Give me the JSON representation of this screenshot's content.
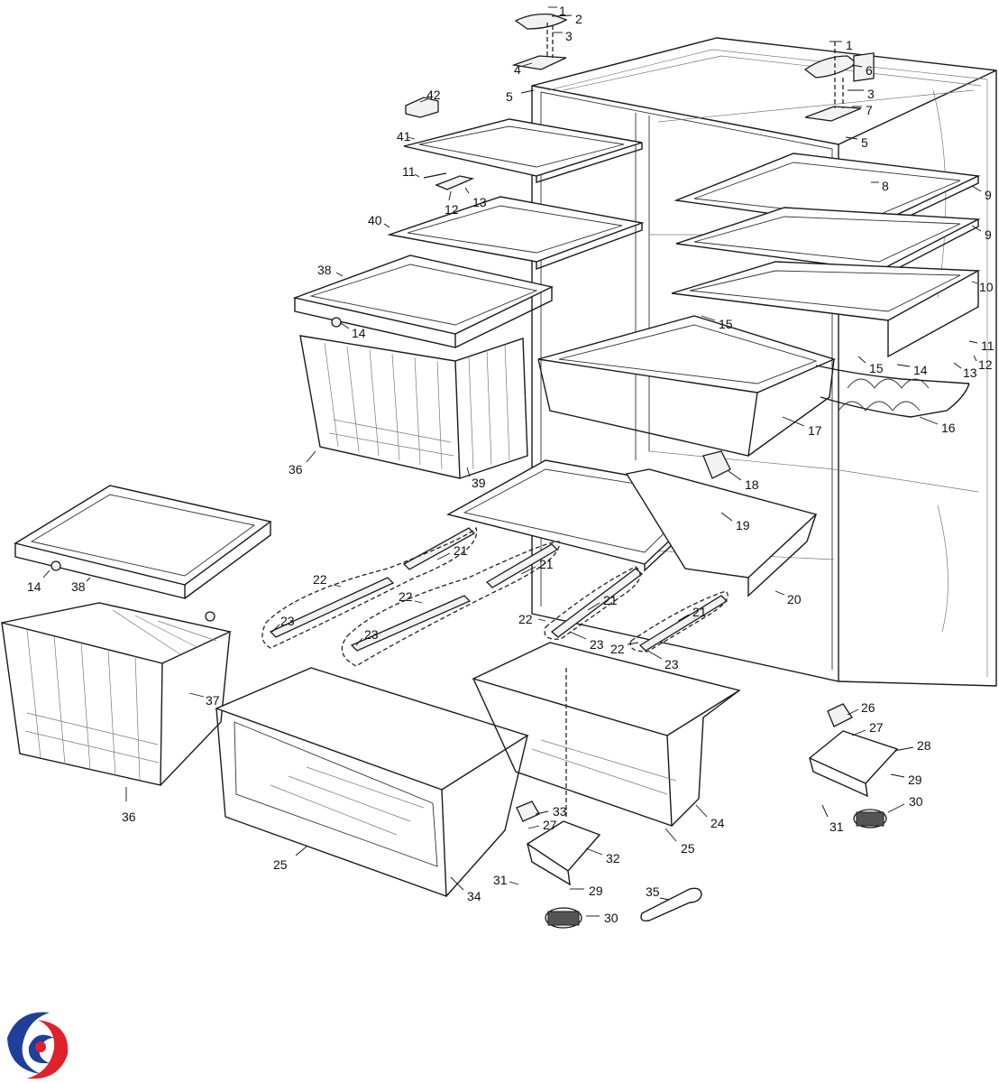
{
  "diagram": {
    "callouts": [
      {
        "id": "c1a",
        "text": "1"
      },
      {
        "id": "c2",
        "text": "2"
      },
      {
        "id": "c3a",
        "text": "3"
      },
      {
        "id": "c4",
        "text": "4"
      },
      {
        "id": "c5a",
        "text": "5"
      },
      {
        "id": "c42",
        "text": "42"
      },
      {
        "id": "c1b",
        "text": "1"
      },
      {
        "id": "c6",
        "text": "6"
      },
      {
        "id": "c3b",
        "text": "3"
      },
      {
        "id": "c7",
        "text": "7"
      },
      {
        "id": "c5b",
        "text": "5"
      },
      {
        "id": "c41",
        "text": "41"
      },
      {
        "id": "c11a",
        "text": "11"
      },
      {
        "id": "c12a",
        "text": "12"
      },
      {
        "id": "c13a",
        "text": "13"
      },
      {
        "id": "c8",
        "text": "8"
      },
      {
        "id": "c9a",
        "text": "9"
      },
      {
        "id": "c9b",
        "text": "9"
      },
      {
        "id": "c40",
        "text": "40"
      },
      {
        "id": "c10",
        "text": "10"
      },
      {
        "id": "c38a",
        "text": "38"
      },
      {
        "id": "c14a",
        "text": "14"
      },
      {
        "id": "c15a",
        "text": "15"
      },
      {
        "id": "c11b",
        "text": "11"
      },
      {
        "id": "c15b",
        "text": "15"
      },
      {
        "id": "c14b",
        "text": "14"
      },
      {
        "id": "c13b",
        "text": "13"
      },
      {
        "id": "c12b",
        "text": "12"
      },
      {
        "id": "c17",
        "text": "17"
      },
      {
        "id": "c16",
        "text": "16"
      },
      {
        "id": "c36a",
        "text": "36"
      },
      {
        "id": "c39",
        "text": "39"
      },
      {
        "id": "c18",
        "text": "18"
      },
      {
        "id": "c19",
        "text": "19"
      },
      {
        "id": "c21a",
        "text": "21"
      },
      {
        "id": "c21b",
        "text": "21"
      },
      {
        "id": "c22a",
        "text": "22"
      },
      {
        "id": "c22b",
        "text": "22"
      },
      {
        "id": "c20",
        "text": "20"
      },
      {
        "id": "c14c",
        "text": "14"
      },
      {
        "id": "c38b",
        "text": "38"
      },
      {
        "id": "c21c",
        "text": "21"
      },
      {
        "id": "c21d",
        "text": "21"
      },
      {
        "id": "c23a",
        "text": "23"
      },
      {
        "id": "c23b",
        "text": "23"
      },
      {
        "id": "c22c",
        "text": "22"
      },
      {
        "id": "c23c",
        "text": "23"
      },
      {
        "id": "c22d",
        "text": "22"
      },
      {
        "id": "c23d",
        "text": "23"
      },
      {
        "id": "c37",
        "text": "37"
      },
      {
        "id": "c26",
        "text": "26"
      },
      {
        "id": "c27a",
        "text": "27"
      },
      {
        "id": "c28",
        "text": "28"
      },
      {
        "id": "c29a",
        "text": "29"
      },
      {
        "id": "c30a",
        "text": "30"
      },
      {
        "id": "c31a",
        "text": "31"
      },
      {
        "id": "c36b",
        "text": "36"
      },
      {
        "id": "c24",
        "text": "24"
      },
      {
        "id": "c25a",
        "text": "25"
      },
      {
        "id": "c33",
        "text": "33"
      },
      {
        "id": "c27b",
        "text": "27"
      },
      {
        "id": "c32",
        "text": "32"
      },
      {
        "id": "c25b",
        "text": "25"
      },
      {
        "id": "c31b",
        "text": "31"
      },
      {
        "id": "c29b",
        "text": "29"
      },
      {
        "id": "c34",
        "text": "34"
      },
      {
        "id": "c35",
        "text": "35"
      },
      {
        "id": "c30b",
        "text": "30"
      }
    ]
  },
  "logo": {
    "name": "brand-swirl-logo",
    "colors": {
      "blue": "#1f3f9a",
      "red": "#e0202a"
    }
  }
}
